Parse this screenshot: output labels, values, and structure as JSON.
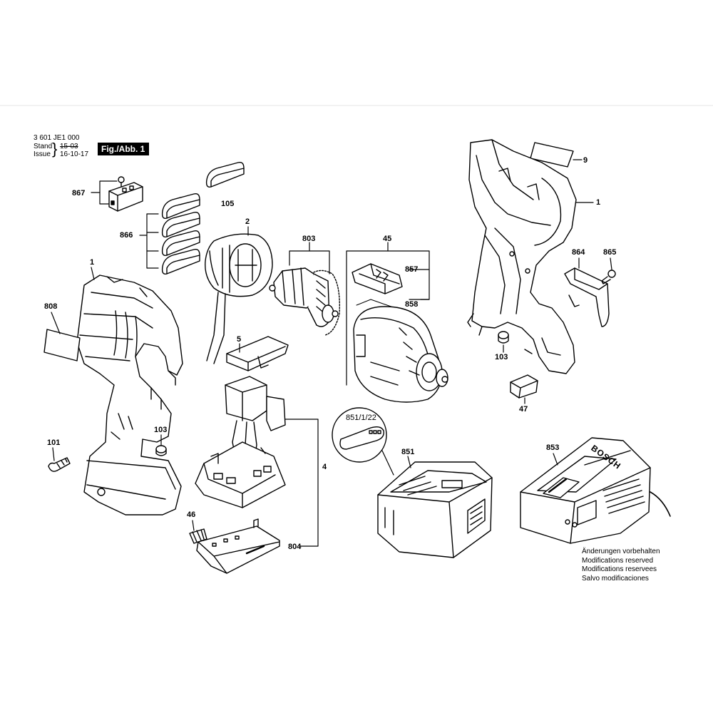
{
  "header": {
    "part_number": "3 601 JE1 000",
    "stand_label": "Stand",
    "stand_date": "15-03",
    "issue_label": "Issue",
    "issue_date": "16-10-17",
    "figure_label": "Fig./Abb. 1"
  },
  "notes": [
    "Änderungen vorbehalten",
    "Modifications reserved",
    "Modifications reservees",
    "Salvo modificaciones"
  ],
  "callouts": {
    "c867": "867",
    "c105": "105",
    "c866": "866",
    "c2": "2",
    "c803": "803",
    "c45": "45",
    "c857": "857",
    "c858": "858",
    "c1a": "1",
    "c808": "808",
    "c5": "5",
    "c101": "101",
    "c103a": "103",
    "c4": "4",
    "c46": "46",
    "c804": "804",
    "c851_1_22": "851/1/22",
    "c851": "851",
    "c853": "853",
    "c9": "9",
    "c1b": "1",
    "c864": "864",
    "c865": "865",
    "c103b": "103",
    "c47": "47"
  },
  "charger_brand": "BOSCH",
  "colors": {
    "line": "#000000",
    "paper": "#ffffff"
  }
}
